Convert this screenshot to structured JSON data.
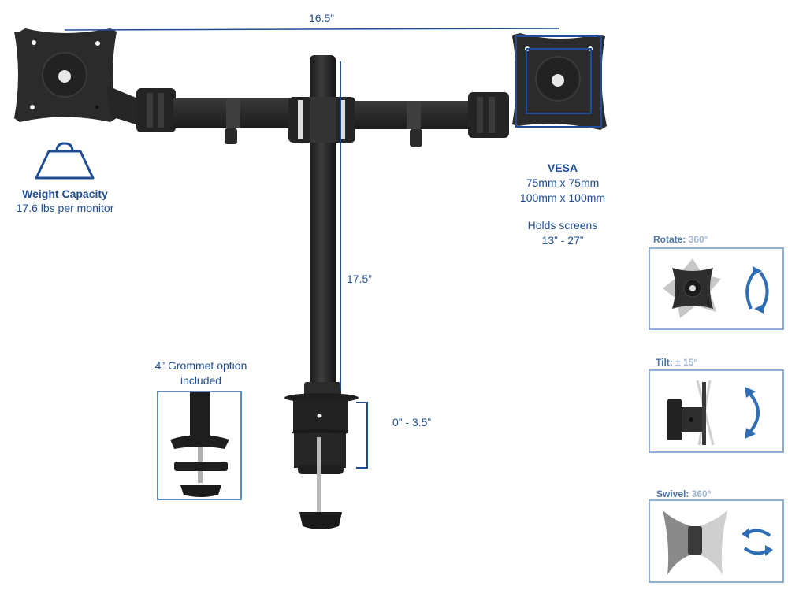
{
  "dimensions": {
    "arm_span": "16.5”",
    "pole_height": "17.5”",
    "clamp_range": "0” - 3.5”"
  },
  "weight": {
    "title": "Weight Capacity",
    "value": "17.6 lbs per monitor",
    "icon": "weight-icon"
  },
  "vesa": {
    "title": "VESA",
    "size_small": "75mm x 75mm",
    "size_large": "100mm x 100mm",
    "holds_label": "Holds screens",
    "holds_range": "13” - 27”"
  },
  "grommet": {
    "line1": "4” Grommet option",
    "line2": "included"
  },
  "features": [
    {
      "label": "Rotate:",
      "value": "360°",
      "icon": "rotate-arrows-icon"
    },
    {
      "label": "Tilt:",
      "value": "± 15°",
      "icon": "tilt-arrow-icon"
    },
    {
      "label": "Swivel:",
      "value": "360°",
      "icon": "swivel-arrows-icon"
    }
  ],
  "colors": {
    "accent": "#1f4e96",
    "panel_border": "#8fb0d6",
    "metal": "#2a2a2a"
  }
}
